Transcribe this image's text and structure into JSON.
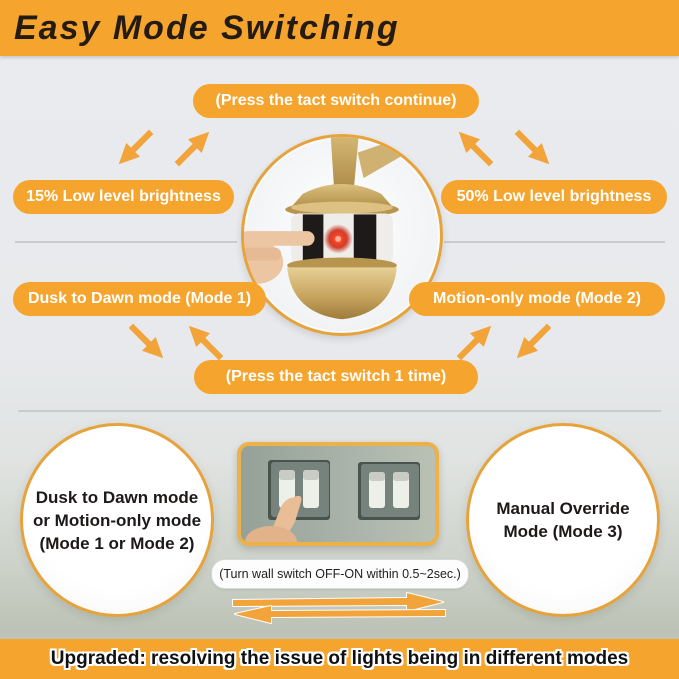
{
  "title": "Easy Mode Switching",
  "colors": {
    "orange": "#F5A42E",
    "arrow_orange": "#F2A43B",
    "text_black": "#221E1D",
    "circle_border": "#E6A33C"
  },
  "flow_top": {
    "press_continue": "(Press the tact switch continue)",
    "brightness_15": "15% Low level brightness",
    "brightness_50": "50% Low level brightness",
    "mode1": "Dusk to Dawn mode (Mode 1)",
    "mode2": "Motion-only mode (Mode 2)",
    "press_once": "(Press the tact switch 1 time)"
  },
  "flow_bottom": {
    "left_circle": {
      "line1": "Dusk to Dawn mode",
      "line2": "or Motion-only mode",
      "line3": "(Mode 1 or Mode 2)"
    },
    "right_circle": {
      "line1": "Manual Override",
      "line2": "Mode (Mode 3)"
    },
    "wall_switch_note": "(Turn wall switch OFF-ON within 0.5~2sec.)"
  },
  "footer": "Upgraded: resolving the issue of lights being in different modes",
  "icons": {
    "center_photo": "ceiling-fan-sensor-finger-press",
    "bottom_photo": "wall-switches-finger-press",
    "mode_arrows": "double-diagonal-switch-arrows",
    "swap_arrow": "bidirectional-swap-arrow"
  }
}
